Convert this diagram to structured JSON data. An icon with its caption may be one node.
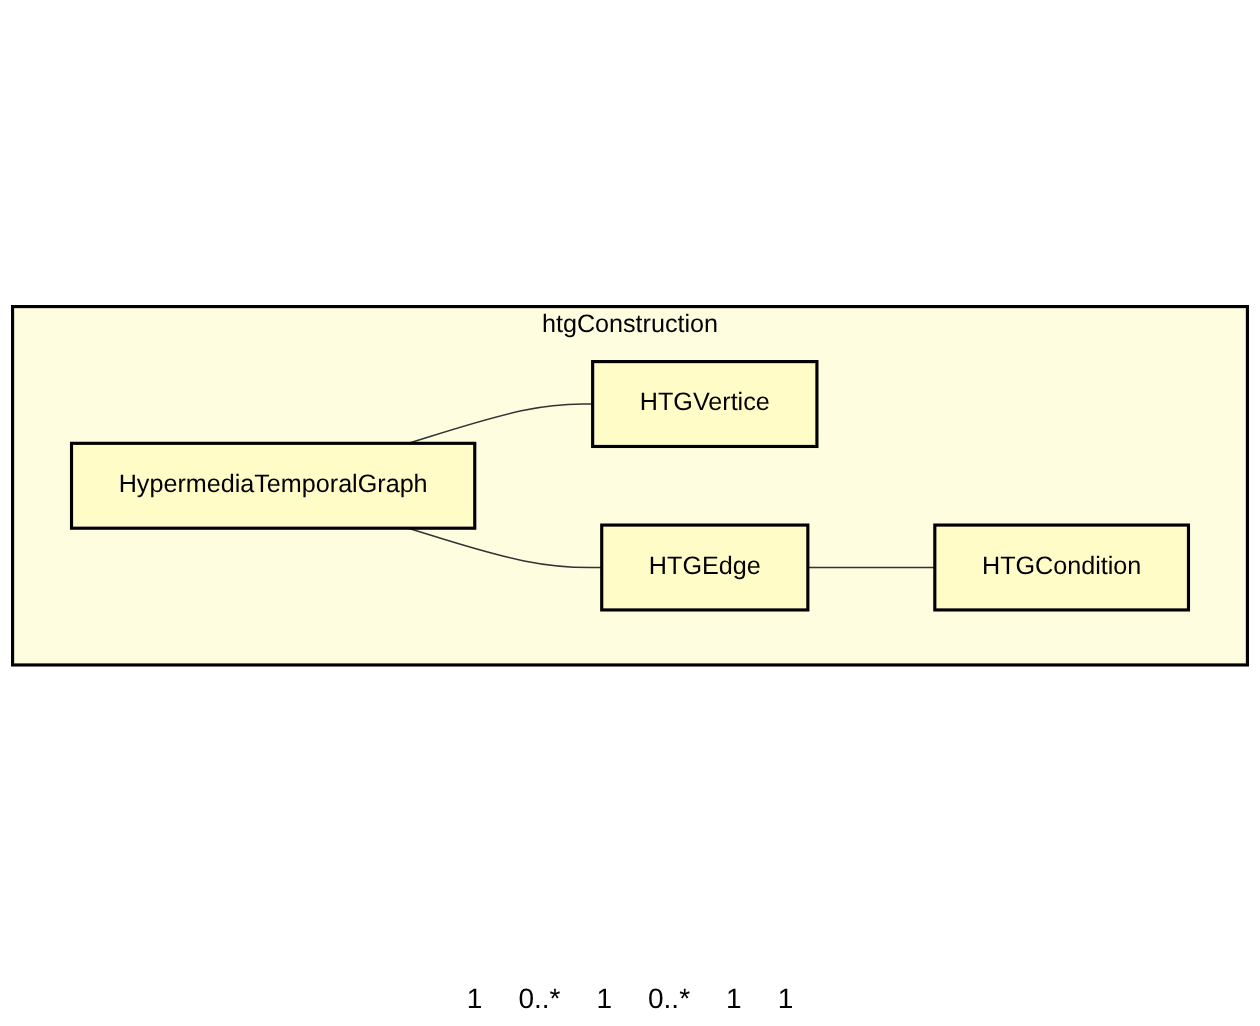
{
  "diagram": {
    "nodes": [
      {
        "text": [
          "htgConstruction"
        ]
      },
      {
        "text": [
          "HypermediaTemporalGraph"
        ],
        "in": 0
      },
      {
        "text": [
          "HTGVertice"
        ],
        "in": 0
      },
      {
        "text": [
          "HTGEdge"
        ],
        "in": 0
      },
      {
        "text": [
          "HTGCondition"
        ],
        "in": 0
      }
    ],
    "edges": [
      {
        "from": 1,
        "to": 2,
        "arrow": "none"
      },
      {
        "from": 1,
        "to": 3,
        "arrow": "none"
      },
      {
        "from": 3,
        "to": 4,
        "arrow": "none"
      }
    ],
    "labels": [
      "1",
      "0..*",
      "1",
      "0..*",
      "1",
      "1"
    ]
  }
}
